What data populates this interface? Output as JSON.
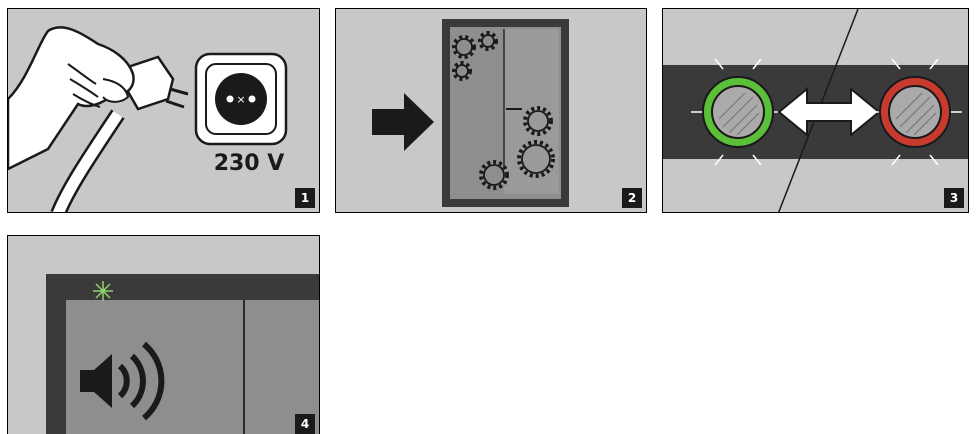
{
  "panels": [
    {
      "number": "1",
      "voltage_label": "230 V"
    },
    {
      "number": "2"
    },
    {
      "number": "3"
    },
    {
      "number": "4"
    }
  ],
  "colors": {
    "panel_bg": "#c8c8c8",
    "device_frame": "#3a3a3a",
    "device_body": "#8e8e8e",
    "indicator_green": "#5bbf3a",
    "indicator_red": "#c83a2e",
    "led_glow": "#8fd46a"
  },
  "icons": [
    "hand-plug-icon",
    "socket-icon",
    "arrow-right-icon",
    "gears-icon",
    "green-led-icon",
    "double-arrow-icon",
    "red-led-icon",
    "speaker-icon"
  ]
}
